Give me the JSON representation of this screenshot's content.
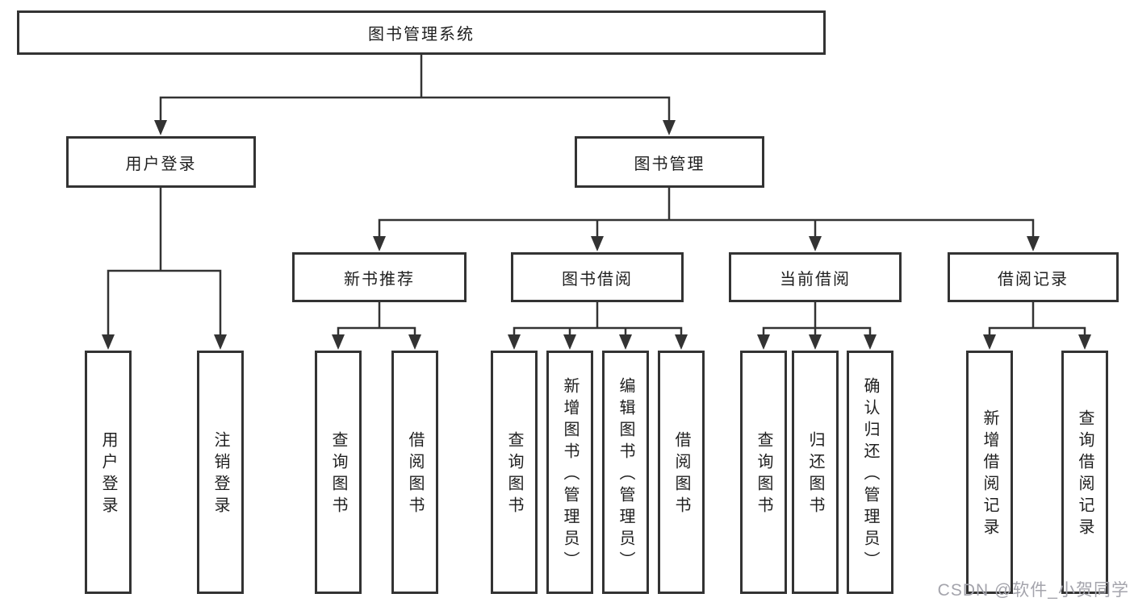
{
  "diagram": {
    "title": "图书管理系统",
    "level2": [
      {
        "label": "用户登录"
      },
      {
        "label": "图书管理"
      }
    ],
    "level3": [
      {
        "label": "新书推荐"
      },
      {
        "label": "图书借阅"
      },
      {
        "label": "当前借阅"
      },
      {
        "label": "借阅记录"
      }
    ],
    "leaves": {
      "login": [
        {
          "label": "用户登录"
        },
        {
          "label": "注销登录"
        }
      ],
      "recommend": [
        {
          "label": "查询图书"
        },
        {
          "label": "借阅图书"
        }
      ],
      "borrow": [
        {
          "label": "查询图书"
        },
        {
          "label": "新增图书（管理员）"
        },
        {
          "label": "编辑图书（管理员）"
        },
        {
          "label": "借阅图书"
        }
      ],
      "current": [
        {
          "label": "查询图书"
        },
        {
          "label": "归还图书"
        },
        {
          "label": "确认归还（管理员）"
        }
      ],
      "record": [
        {
          "label": "新增借阅记录"
        },
        {
          "label": "查询借阅记录"
        }
      ]
    }
  },
  "watermark": {
    "text": "CSDN @软件_小贺同学"
  },
  "colors": {
    "line": "#333333",
    "box_border": "#333333",
    "text": "#1f1f1f",
    "background": "#ffffff",
    "watermark": "#a4a4ac"
  }
}
